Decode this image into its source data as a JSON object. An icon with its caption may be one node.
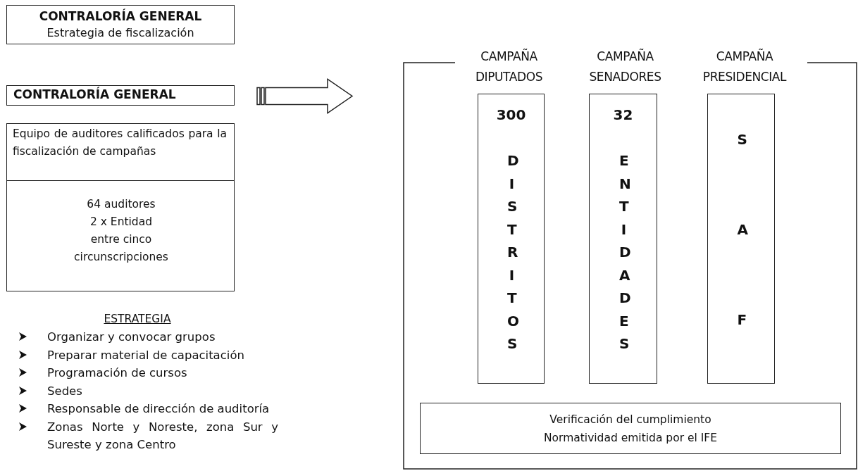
{
  "diagram": {
    "nodes": [
      {
        "text": [
          "CONTRALORÍA GENERAL",
          "Estrategia de fiscalización"
        ]
      },
      {
        "text": [
          "CONTRALORÍA GENERAL"
        ]
      },
      {
        "text": [
          "Equipo de auditores calificados para la fiscalización de campañas",
          "64 auditores",
          "2 x Entidad",
          "entre cinco circunscripciones"
        ]
      },
      {
        "text": [],
        "shape": "box"
      },
      {
        "text": [
          "CAMPAÑA DIPUTADOS",
          "300",
          "DISTRITOS"
        ],
        "in": 3
      },
      {
        "text": [
          "CAMPAÑA SENADORES",
          "32",
          "ENTIDADES"
        ],
        "in": 3
      },
      {
        "text": [
          "CAMPAÑA PRESIDENCIAL",
          "SAF"
        ],
        "in": 3
      },
      {
        "text": [
          "Verificación del cumplimiento",
          "Normatividad emitida por el IFE"
        ],
        "in": 3
      }
    ],
    "edges": [
      {
        "from": 1,
        "to": 3,
        "arrow": "to"
      }
    ],
    "labels": [
      "ESTRATEGIA",
      "Organizar y convocar grupos",
      "Preparar material de capacitación",
      "Programación de cursos",
      "Sedes",
      "Responsable de dirección de auditoría",
      "Zonas Norte y Noreste, zona Sur y Sureste y zona Centro"
    ]
  }
}
